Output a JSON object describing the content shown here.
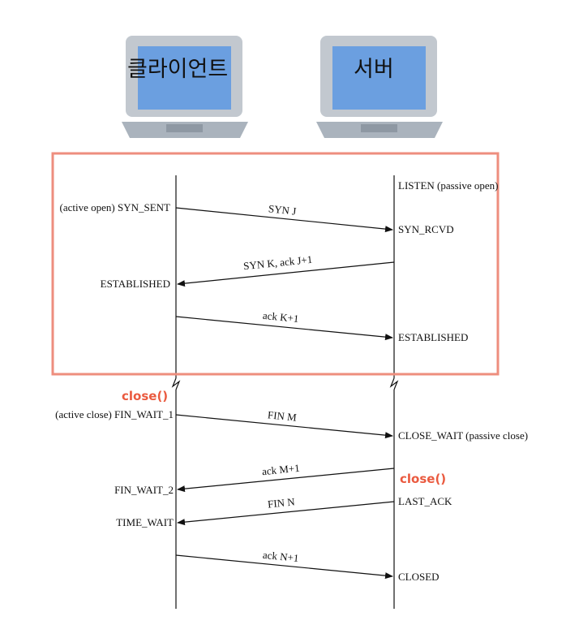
{
  "nodes": {
    "client": {
      "label": "클라이언트"
    },
    "server": {
      "label": "서버"
    }
  },
  "client_states": {
    "syn_sent": "(active open)  SYN_SENT",
    "established": "ESTABLISHED",
    "fin_wait_1": "(active close)  FIN_WAIT_1",
    "fin_wait_2": "FIN_WAIT_2",
    "time_wait": "TIME_WAIT"
  },
  "server_states": {
    "listen": "LISTEN  (passive open)",
    "syn_rcvd": "SYN_RCVD",
    "established": "ESTABLISHED",
    "close_wait": "CLOSE_WAIT  (passive close)",
    "last_ack": "LAST_ACK",
    "closed": "CLOSED"
  },
  "messages": {
    "syn_j": "SYN J",
    "syn_k_ack": "SYN K, ack J+1",
    "ack_k": "ack K+1",
    "fin_m": "FIN M",
    "ack_m": "ack M+1",
    "fin_n": "FIN N",
    "ack_n": "ack N+1"
  },
  "calls": {
    "client_close": "close()",
    "server_close": "close()"
  },
  "colors": {
    "highlight_box": "#ee8e7e",
    "close_call": "#ea5a3f",
    "laptop_screen": "#6b9fe0",
    "laptop_body": "#b6bec7"
  }
}
